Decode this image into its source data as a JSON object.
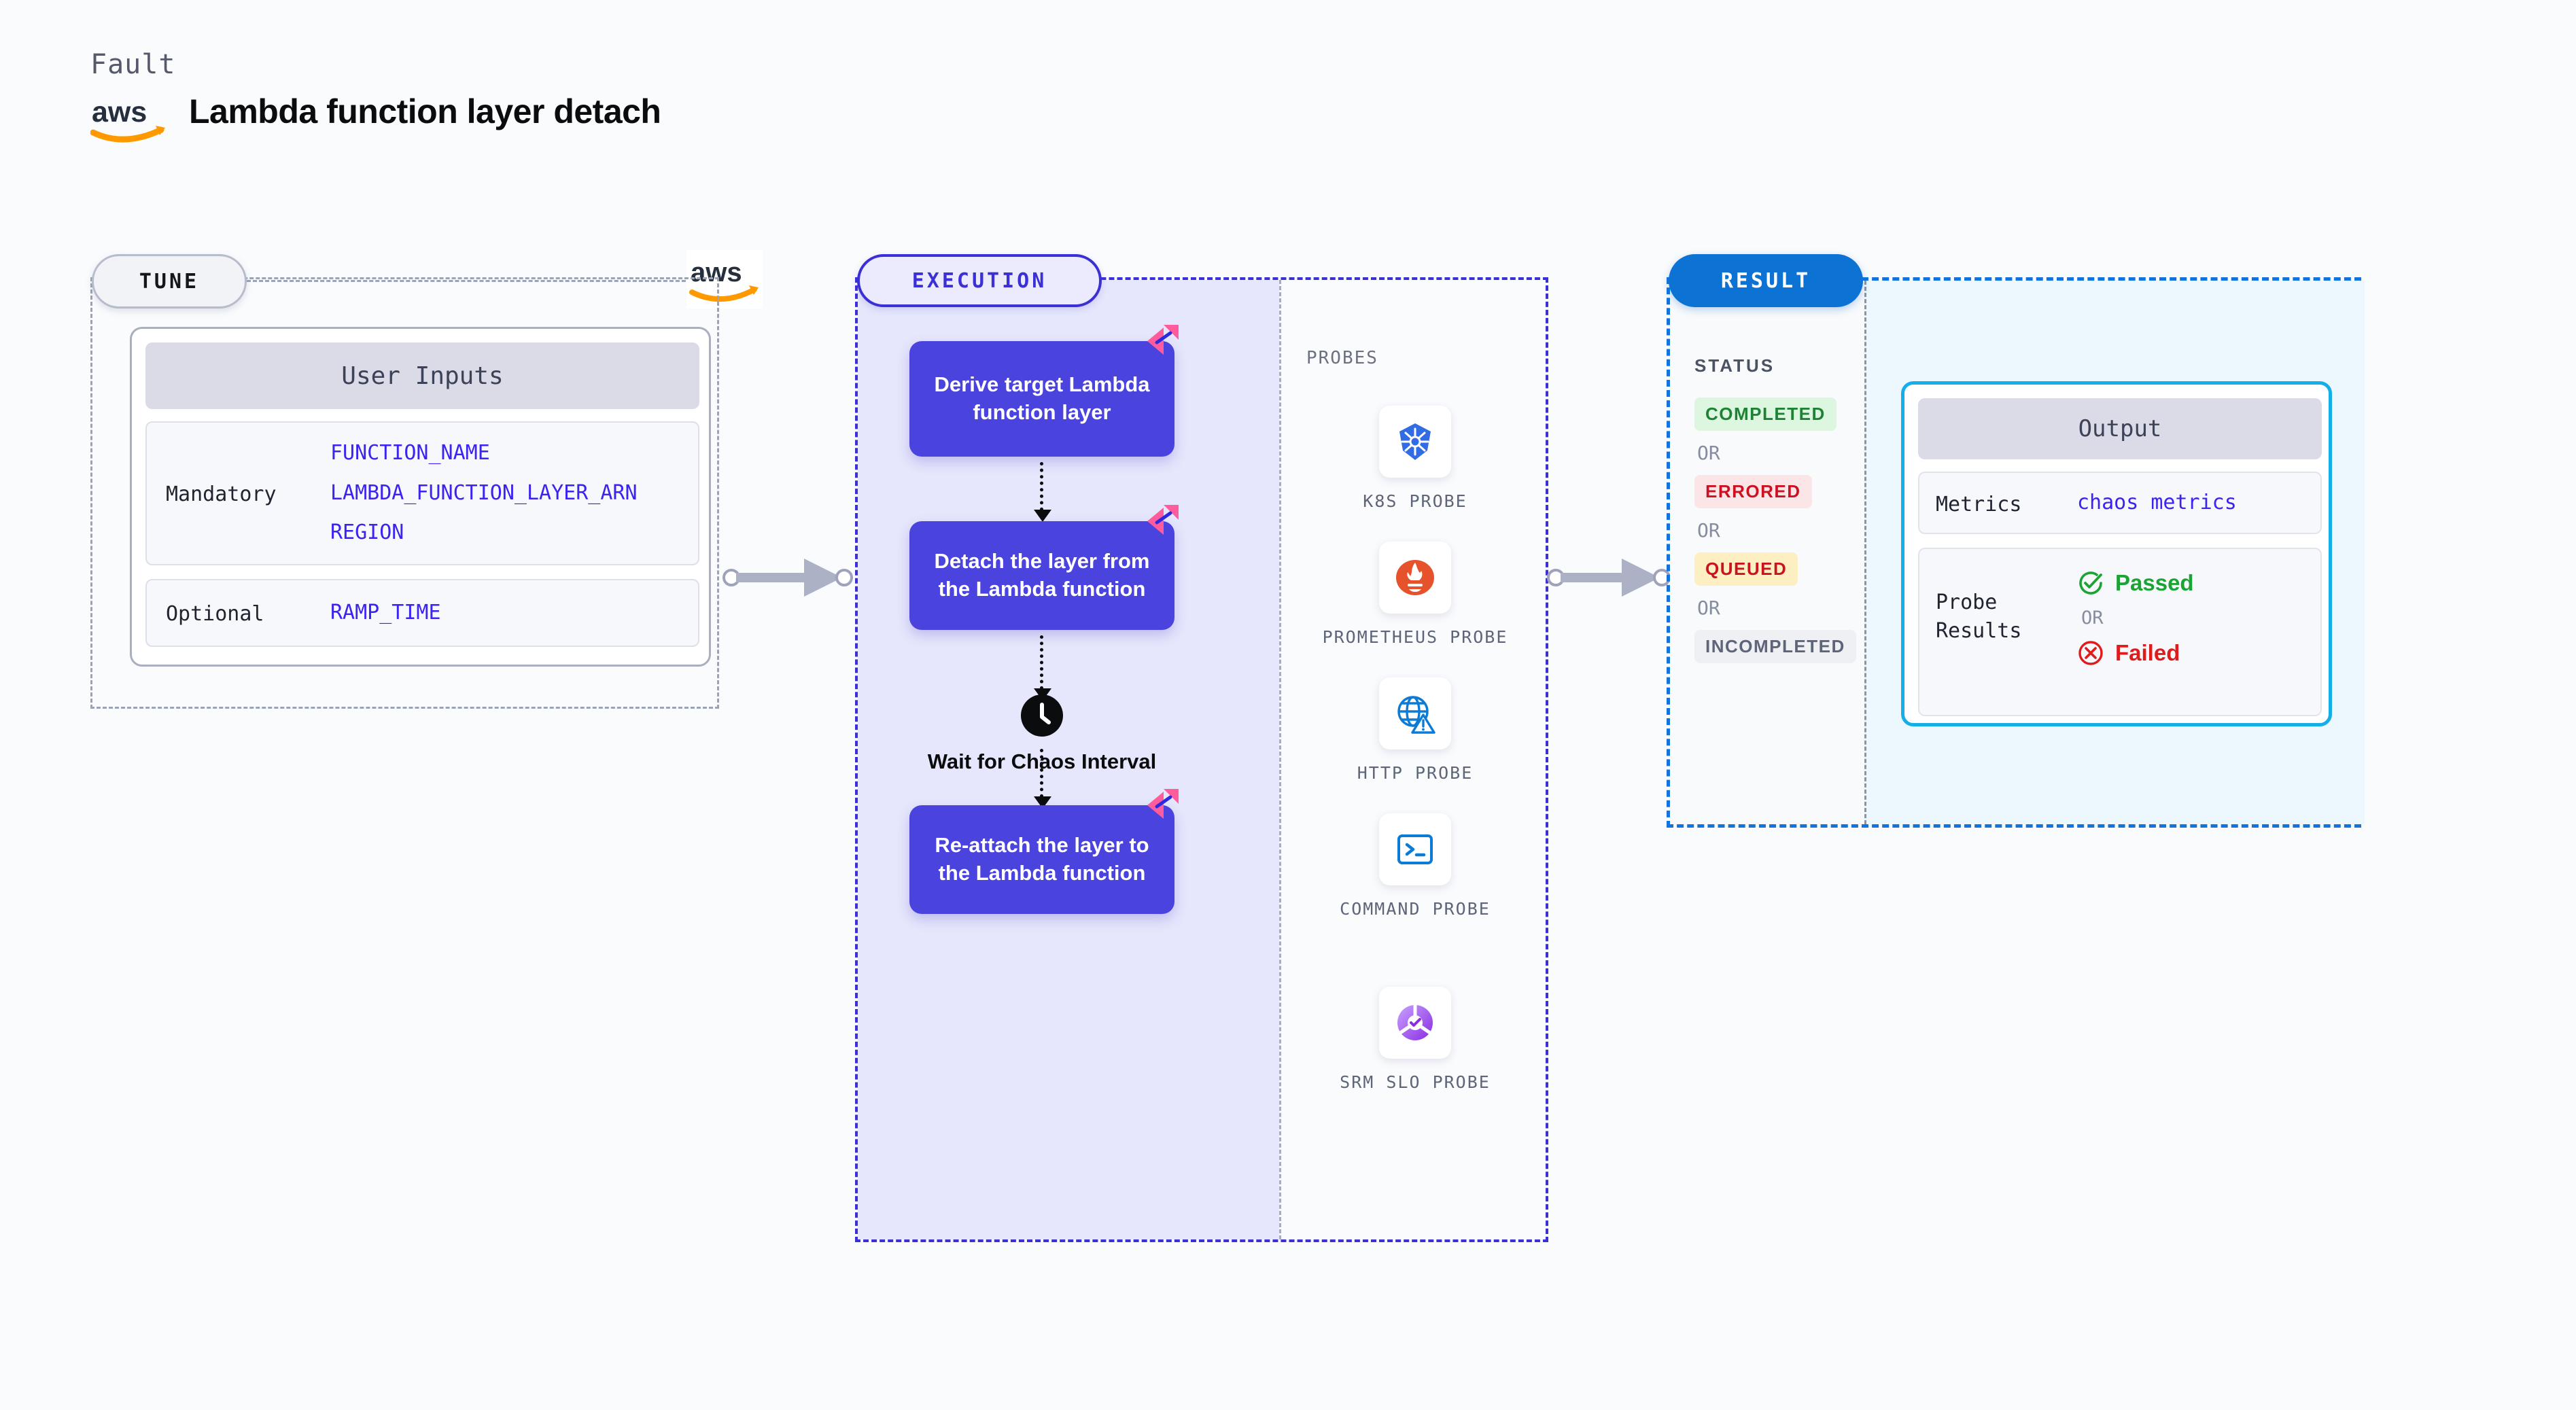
{
  "header": {
    "kicker": "Fault",
    "title": "Lambda function layer detach",
    "logo_icon": "aws-logo-icon"
  },
  "tune": {
    "pill_label": "TUNE",
    "provider_logo_icon": "aws-logo-icon",
    "card_title": "User Inputs",
    "sections": [
      {
        "label": "Mandatory",
        "values": [
          "FUNCTION_NAME",
          "LAMBDA_FUNCTION_LAYER_ARN",
          "REGION"
        ]
      },
      {
        "label": "Optional",
        "values": [
          "RAMP_TIME"
        ]
      }
    ]
  },
  "execution": {
    "pill_label": "EXECUTION",
    "nodes": [
      {
        "label": "Derive target Lambda function layer",
        "badge_icon": "litmus-logo-icon"
      },
      {
        "label": "Detach the layer from the Lambda function",
        "badge_icon": "litmus-logo-icon"
      },
      {
        "label": "Re-attach the layer to the Lambda function",
        "badge_icon": "litmus-logo-icon"
      }
    ],
    "wait": {
      "icon": "clock-icon",
      "label": "Wait for Chaos Interval"
    },
    "probes_title": "PROBES",
    "probes": [
      {
        "name": "K8S PROBE",
        "icon": "kubernetes-icon"
      },
      {
        "name": "PROMETHEUS PROBE",
        "icon": "prometheus-icon"
      },
      {
        "name": "HTTP PROBE",
        "icon": "http-globe-warning-icon"
      },
      {
        "name": "COMMAND PROBE",
        "icon": "terminal-icon"
      },
      {
        "name": "SRM SLO PROBE",
        "icon": "srm-slo-icon"
      }
    ]
  },
  "result": {
    "pill_label": "RESULT",
    "status_title": "STATUS",
    "or_label": "OR",
    "statuses": [
      {
        "label": "COMPLETED",
        "class": "b-completed"
      },
      {
        "label": "ERRORED",
        "class": "b-errored"
      },
      {
        "label": "QUEUED",
        "class": "b-queued"
      },
      {
        "label": "INCOMPLETED",
        "class": "b-incompleted"
      }
    ],
    "output": {
      "title": "Output",
      "metrics_label": "Metrics",
      "metrics_value": "chaos metrics",
      "probe_results_label": "Probe Results",
      "passed_label": "Passed",
      "failed_label": "Failed",
      "or_label": "OR",
      "passed_icon": "check-circle-icon",
      "failed_icon": "x-circle-icon"
    }
  },
  "colors": {
    "accent_indigo": "#4B43DE",
    "accent_blue": "#0C72D3",
    "accent_cyan": "#15AEE8",
    "litmus_pink": "#FF5C9E",
    "var_blue": "#3B24F0",
    "exec_bg": "#E6E7FC",
    "result_bg": "#EDF8FE",
    "page_bg": "#FAFBFD"
  }
}
